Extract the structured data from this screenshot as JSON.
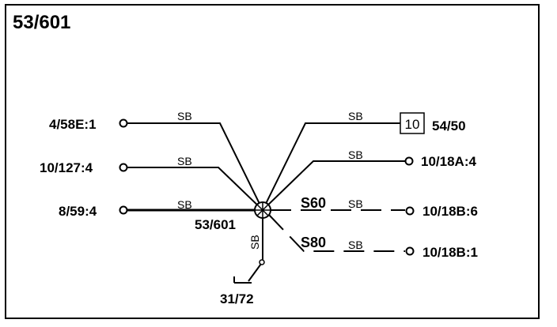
{
  "title": "53/601",
  "splice": {
    "label": "53/601"
  },
  "ground": {
    "label": "31/72",
    "wire_color": "SB"
  },
  "left_terminals": [
    {
      "label": "4/58E:1",
      "wire_color": "SB"
    },
    {
      "label": "10/127:4",
      "wire_color": "SB"
    },
    {
      "label": "8/59:4",
      "wire_color": "SB"
    }
  ],
  "right_terminals": [
    {
      "label": "54/50",
      "connector_pin": "10",
      "wire_color": "SB"
    },
    {
      "label": "10/18A:4",
      "wire_color": "SB"
    },
    {
      "label": "10/18B:6",
      "wire_color": "SB",
      "splice_ref": "S60"
    },
    {
      "label": "10/18B:1",
      "wire_color": "SB",
      "splice_ref": "S80"
    }
  ]
}
